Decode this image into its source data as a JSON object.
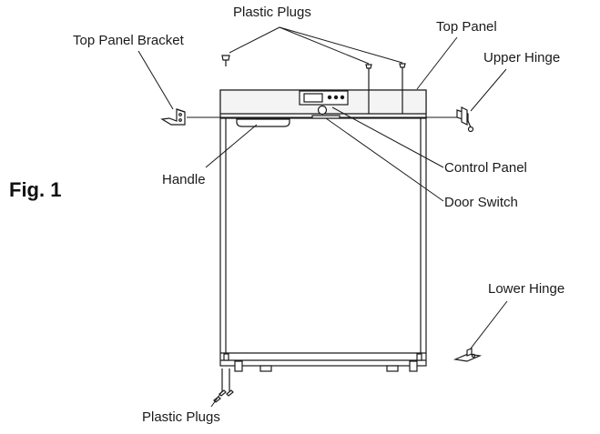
{
  "figure_label": "Fig. 1",
  "labels": {
    "plastic_plugs_top": "Plastic Plugs",
    "top_panel": "Top Panel",
    "top_panel_bracket": "Top Panel Bracket",
    "upper_hinge": "Upper Hinge",
    "handle": "Handle",
    "control_panel": "Control Panel",
    "door_switch": "Door Switch",
    "lower_hinge": "Lower Hinge",
    "plastic_plugs_bottom": "Plastic Plugs"
  },
  "colors": {
    "line": "#1a1a1a",
    "panel_fill": "#f4f4f4"
  }
}
